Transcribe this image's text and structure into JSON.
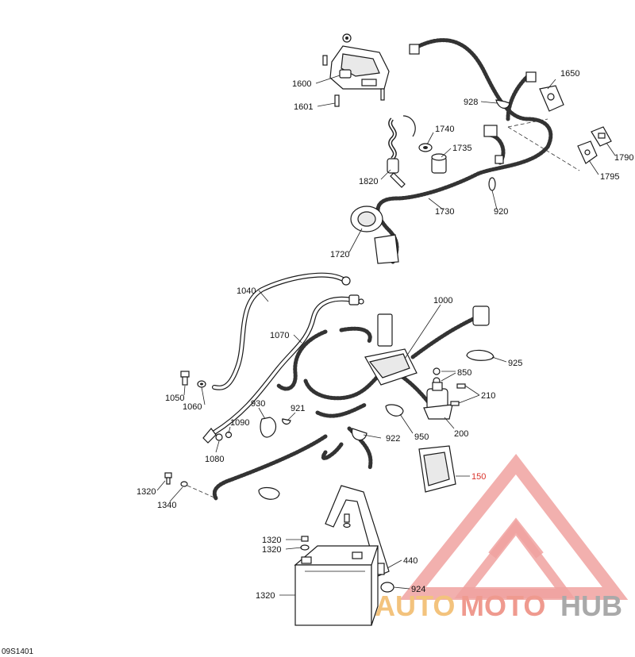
{
  "diagram_code": "09S1401",
  "labels": [
    {
      "key": "p1650",
      "text": "1650"
    },
    {
      "key": "p1600",
      "text": "1600"
    },
    {
      "key": "p1601",
      "text": "1601"
    },
    {
      "key": "p928",
      "text": "928"
    },
    {
      "key": "p1740",
      "text": "1740"
    },
    {
      "key": "p1735",
      "text": "1735"
    },
    {
      "key": "p1790",
      "text": "1790"
    },
    {
      "key": "p1795",
      "text": "1795"
    },
    {
      "key": "p1820",
      "text": "1820"
    },
    {
      "key": "p1730",
      "text": "1730"
    },
    {
      "key": "p920",
      "text": "920"
    },
    {
      "key": "p1720",
      "text": "1720"
    },
    {
      "key": "p1040",
      "text": "1040"
    },
    {
      "key": "p1000",
      "text": "1000"
    },
    {
      "key": "p1070",
      "text": "1070"
    },
    {
      "key": "p925",
      "text": "925"
    },
    {
      "key": "p850",
      "text": "850"
    },
    {
      "key": "p210",
      "text": "210"
    },
    {
      "key": "p1050",
      "text": "1050"
    },
    {
      "key": "p1060",
      "text": "1060"
    },
    {
      "key": "p930",
      "text": "930"
    },
    {
      "key": "p921",
      "text": "921"
    },
    {
      "key": "p1090",
      "text": "1090"
    },
    {
      "key": "p1080",
      "text": "1080"
    },
    {
      "key": "p922",
      "text": "922"
    },
    {
      "key": "p950",
      "text": "950"
    },
    {
      "key": "p200",
      "text": "200"
    },
    {
      "key": "p150",
      "text": "150"
    },
    {
      "key": "p1320a",
      "text": "1320"
    },
    {
      "key": "p1340",
      "text": "1340"
    },
    {
      "key": "p1320b",
      "text": "1320"
    },
    {
      "key": "p1320c",
      "text": "1320"
    },
    {
      "key": "p440",
      "text": "440"
    },
    {
      "key": "p1320d",
      "text": "1320"
    },
    {
      "key": "p924",
      "text": "924"
    }
  ],
  "watermark": {
    "text_auto": "AUTO",
    "text_moto": "MOTO",
    "text_hub": "HUB",
    "colors": {
      "triangle": "#f0a2a0",
      "auto": "#f3c37d",
      "moto": "#ef9a8f",
      "hub": "#a9a9a9"
    }
  },
  "highlight_color": "#d9332b"
}
